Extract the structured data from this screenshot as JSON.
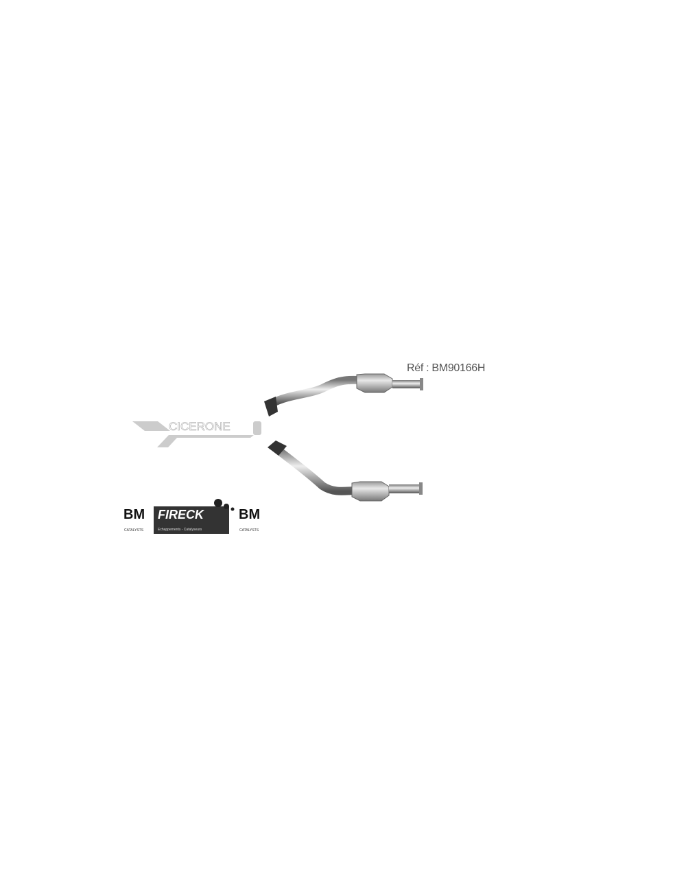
{
  "reference": "Réf : BM90166H",
  "logos": {
    "watermark": "CICERONE",
    "left_brand": "BM",
    "left_brand_sub": "CATALYSTS",
    "center_brand": "FIRECK",
    "center_brand_sub": "Echappements - Catalyseurs",
    "right_brand": "BM",
    "right_brand_sub": "CATALYSTS"
  }
}
